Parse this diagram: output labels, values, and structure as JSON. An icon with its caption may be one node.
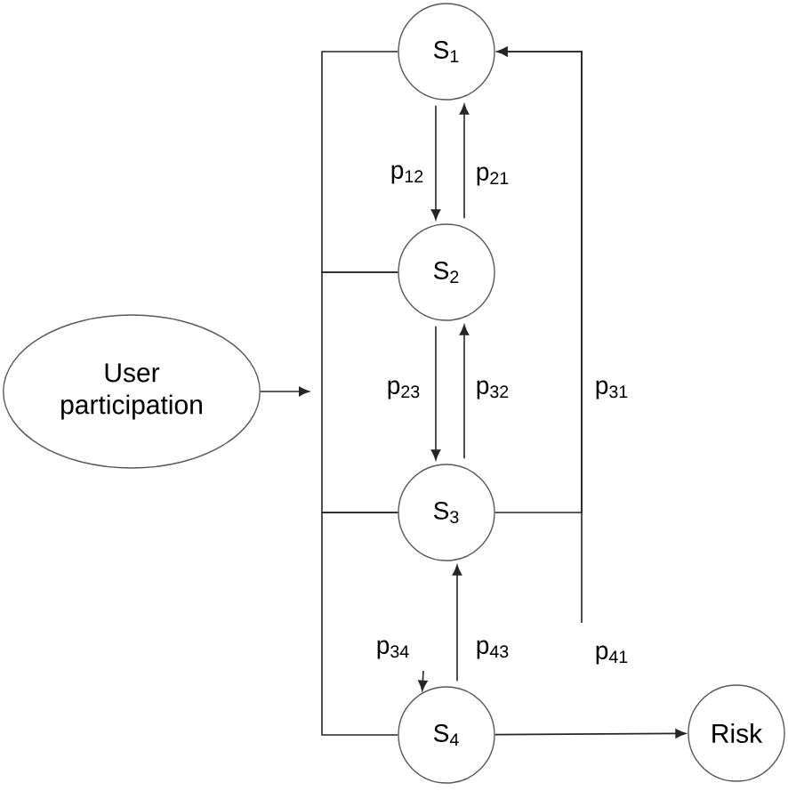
{
  "diagram": {
    "nodes": [
      {
        "text": [
          "S$_{1}$"
        ]
      },
      {
        "text": [
          "S$_{2}$"
        ]
      },
      {
        "text": [
          "User participation"
        ]
      },
      {
        "text": [
          "S$_{3}$"
        ]
      },
      {
        "text": [
          "S$_{4}$"
        ]
      },
      {
        "text": [
          "Risk"
        ]
      }
    ],
    "edges": [
      {
        "from": 0,
        "to": 1,
        "arrow": "to",
        "label": "p$_{12}$"
      },
      {
        "from": 1,
        "to": 0,
        "arrow": "to",
        "label": "p$_{21}$"
      },
      {
        "from": 1,
        "to": 3,
        "arrow": "to",
        "label": "p$_{23}$"
      },
      {
        "from": 3,
        "to": 1,
        "arrow": "to",
        "label": "p$_{32}$"
      },
      {
        "from": 3,
        "to": 0,
        "arrow": "to",
        "label": "p$_{31}$"
      },
      {
        "from": 2,
        "to": null,
        "arrow": "to"
      },
      {
        "from": 0,
        "to": 1,
        "arrow": "none"
      },
      {
        "from": 1,
        "to": 3,
        "arrow": "none"
      },
      {
        "from": 3,
        "to": 4,
        "arrow": "none"
      },
      {
        "from": null,
        "to": 4,
        "arrow": "to",
        "label": "p$_{34}$"
      },
      {
        "from": 4,
        "to": 3,
        "arrow": "to",
        "label": "p$_{43}$"
      },
      {
        "from": null,
        "to": 0,
        "arrow": "to",
        "label": "p$_{41}$"
      },
      {
        "from": 4,
        "to": 5,
        "arrow": "to"
      }
    ]
  }
}
